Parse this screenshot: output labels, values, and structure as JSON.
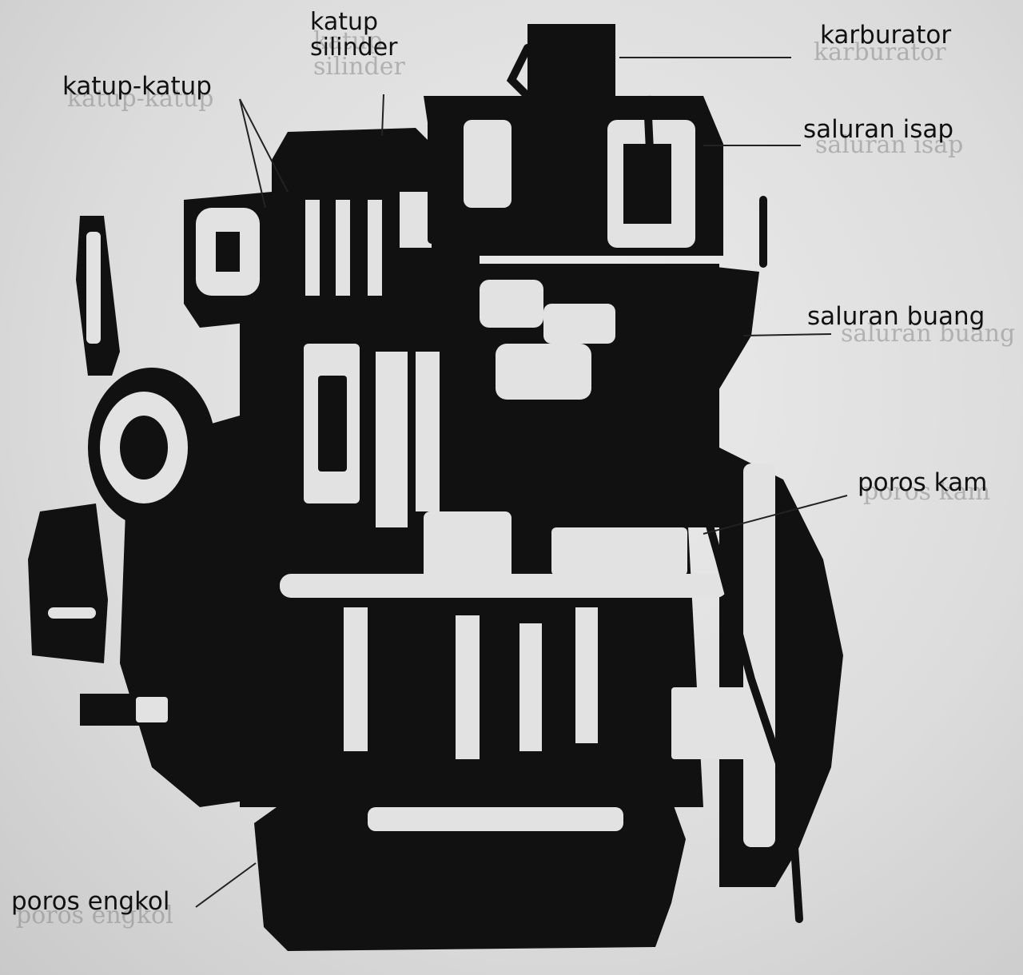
{
  "labels": {
    "katup_silinder": [
      "katup",
      "silinder"
    ],
    "katup_katup": "katup-katup",
    "karburator": "karburator",
    "saluran_isap": "saluran isap",
    "saluran_buang": "saluran buang",
    "poros_kam": "poros kam",
    "poros_engkol": "poros engkol"
  },
  "colors": {
    "ink": "#111111",
    "paper": "#e2e2e2",
    "bleed": "#8a8a8a"
  }
}
